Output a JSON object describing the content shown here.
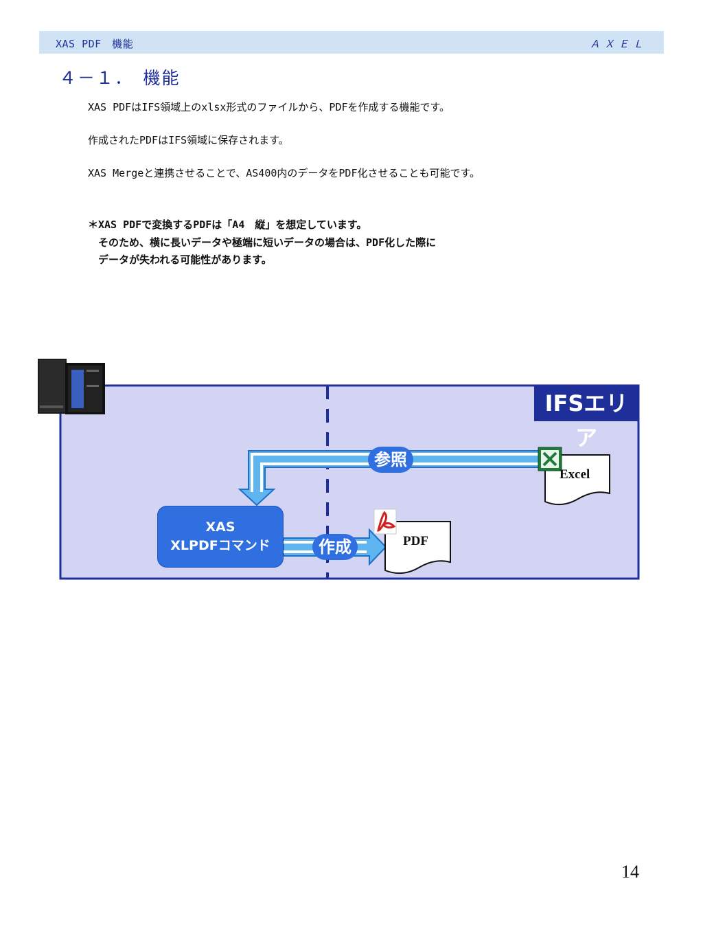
{
  "header": {
    "left": "XAS PDF　機能",
    "right": "ＡＸＥＬ"
  },
  "section_title": "４－１．　機能",
  "paragraphs": [
    "XAS PDFはIFS領域上のxlsx形式のファイルから、PDFを作成する機能です。",
    "作成されたPDFはIFS領域に保存されます。",
    "XAS Mergeと連携させることで、AS400内のデータをPDF化させることも可能です。"
  ],
  "note": [
    "＊XAS PDFで変換するPDFは「A4　縦」を想定しています。",
    "　そのため、横に長いデータや極端に短いデータの場合は、PDF化した際に",
    "　データが失われる可能性があります。"
  ],
  "diagram": {
    "area_label": "IFSエリア",
    "command_box": {
      "line1": "XAS",
      "line2": "XLPDFコマンド"
    },
    "reference_label": "参照",
    "create_label": "作成",
    "excel_label": "Excel",
    "pdf_label": "PDF",
    "icons": [
      "server-icon",
      "excel-icon",
      "acrobat-icon"
    ],
    "colors": {
      "area_fill": "#d3d4f4",
      "area_border": "#1f2f9a",
      "arrow_fill": "#5fb5f0",
      "accent": "#2f6fe0"
    }
  },
  "page_number": "14"
}
